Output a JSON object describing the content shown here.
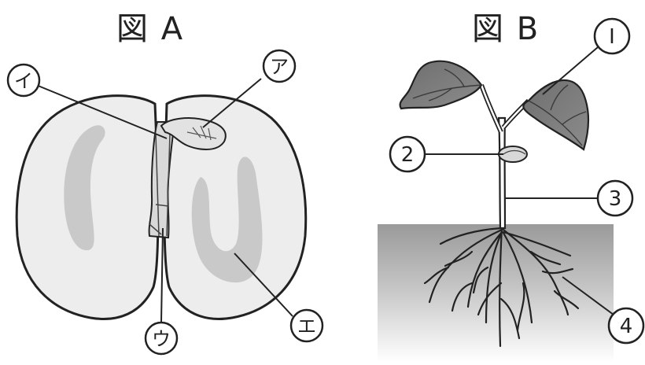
{
  "figure_a": {
    "title": "図 A",
    "labels": {
      "a": "ア",
      "i": "イ",
      "u": "ウ",
      "e": "エ"
    }
  },
  "figure_b": {
    "title": "図 B",
    "labels": {
      "n1": "Ⅰ",
      "n2": "2",
      "n3": "3",
      "n4": "4"
    }
  }
}
